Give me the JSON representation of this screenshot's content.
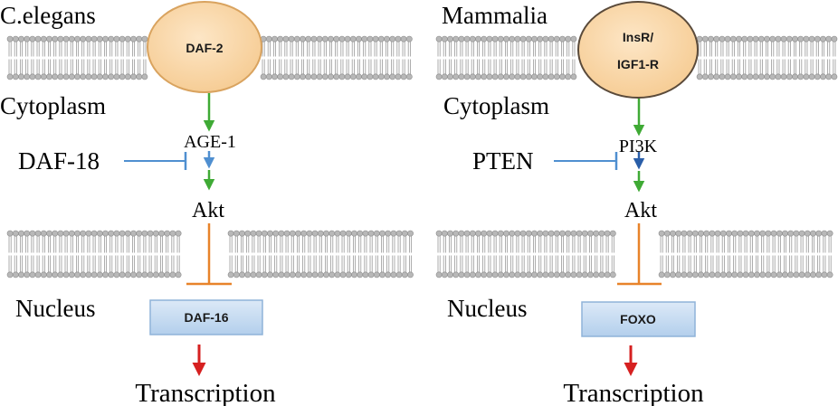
{
  "panels": [
    {
      "organism": "C.elegans",
      "compartments": {
        "cytoplasm": "Cytoplasm",
        "nucleus": "Nucleus"
      },
      "receptor": {
        "lines": [
          "DAF-2"
        ]
      },
      "kinase": "AGE-1",
      "inhibitor": "DAF-18",
      "akt": "Akt",
      "transcription_factor": "DAF-16",
      "output": "Transcription"
    },
    {
      "organism": "Mammalia",
      "compartments": {
        "cytoplasm": "Cytoplasm",
        "nucleus": "Nucleus"
      },
      "receptor": {
        "lines": [
          "InsR/",
          "IGF1-R"
        ]
      },
      "kinase": "PI3K",
      "inhibitor": "PTEN",
      "akt": "Akt",
      "transcription_factor": "FOXO",
      "output": "Transcription"
    }
  ],
  "colors": {
    "receptor_fill": "#fad6a8",
    "receptor_stroke": "#d9a35f",
    "activation_arrow": "#3faa35",
    "inhibition_blue": "#4f8fd0",
    "inhibition_orange": "#e8832a",
    "transcription_arrow": "#d62020",
    "tf_box_fill": "#c9def2",
    "tf_box_stroke": "#8fb3d9",
    "membrane_head": "#b8b8b8",
    "membrane_tail": "#9a9a9a"
  }
}
